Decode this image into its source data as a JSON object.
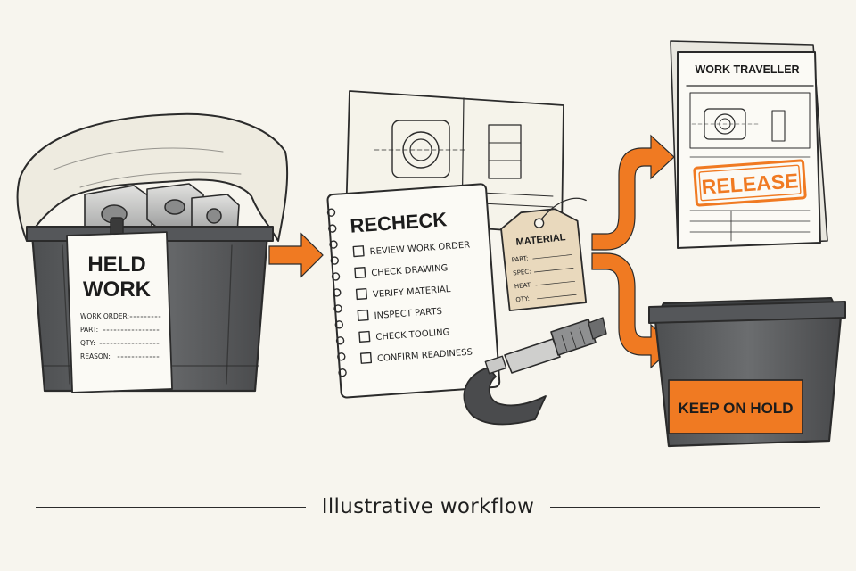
{
  "colors": {
    "accent": "#f07a22",
    "ink": "#2b2b2b",
    "paper": "#fbfaf5",
    "bin": "#5c5e60"
  },
  "held_bin": {
    "title_line1": "HELD",
    "title_line2": "WORK",
    "fields": [
      "WORK ORDER:",
      "PART:",
      "QTY:",
      "REASON:"
    ]
  },
  "recheck": {
    "title": "RECHECK",
    "items": [
      "REVIEW WORK ORDER",
      "CHECK DRAWING",
      "VERIFY MATERIAL",
      "INSPECT PARTS",
      "CHECK TOOLING",
      "CONFIRM READINESS"
    ]
  },
  "material_tag": {
    "title": "MATERIAL",
    "fields": [
      "PART:",
      "SPEC:",
      "HEAT:",
      "QTY:"
    ]
  },
  "traveller": {
    "title": "WORK TRAVELLER",
    "stamp": "RELEASE"
  },
  "hold_bin": {
    "label": "KEEP ON HOLD"
  },
  "caption": "Illustrative workflow"
}
